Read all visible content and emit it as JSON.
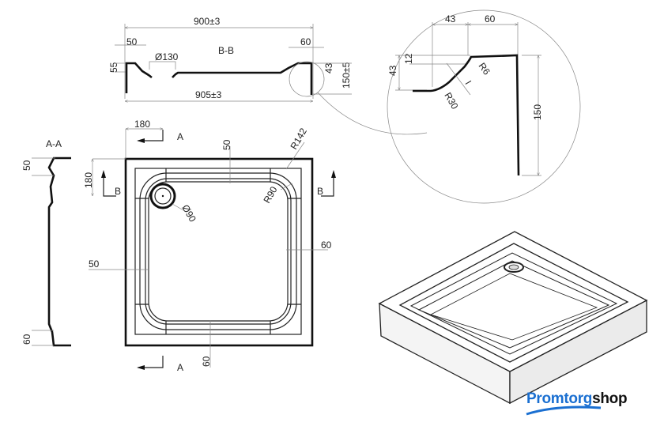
{
  "section_bb": {
    "title": "B-B",
    "width_top": "900±3",
    "width_bottom": "905±3",
    "left_rim": "50",
    "right_rim": "60",
    "drain_diameter": "Ø130",
    "left_height": "55",
    "right_step": "43",
    "total_height": "150±5"
  },
  "detail": {
    "dim_43_top": "43",
    "dim_60": "60",
    "dim_12": "12",
    "dim_43_left": "43",
    "radius_small": "R6",
    "radius_large": "R30",
    "thickness": "I",
    "height": "150"
  },
  "section_aa": {
    "title": "A-A",
    "top": "50",
    "bottom": "60"
  },
  "plan": {
    "drain_offset_x": "180",
    "drain_offset_y": "180",
    "section_a": "A",
    "section_b": "B",
    "rim_top": "50",
    "corner_radius_outer": "R142",
    "corner_radius_inner": "R90",
    "drain_diameter": "Ø90",
    "rim_right": "60",
    "rim_left": "50",
    "rim_bottom": "60"
  },
  "logo": {
    "part1": "Promtorg",
    "part2": "shop"
  }
}
